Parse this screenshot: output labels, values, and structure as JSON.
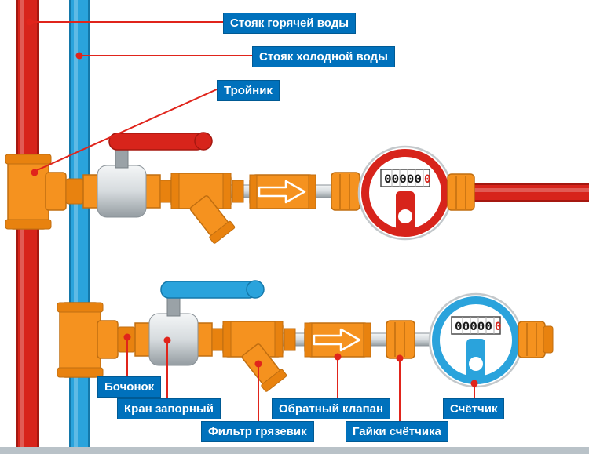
{
  "colors": {
    "hot": "#d7241b",
    "hot_dark": "#a51810",
    "cold": "#2aa3dc",
    "cold_dark": "#1478aa",
    "fitting": "#f5921f",
    "fitting_dark": "#c06e10",
    "label_bg": "#0071bc",
    "leader": "#e0241b"
  },
  "labels": {
    "hot_riser": "Стояк горячей воды",
    "cold_riser": "Стояк холодной воды",
    "tee": "Тройник",
    "nipple": "Бочонок",
    "shutoff_valve": "Кран запорный",
    "strainer": "Фильтр грязевик",
    "check_valve": "Обратный клапан",
    "meter_nuts": "Гайки счётчика",
    "meter": "Счётчик"
  },
  "meters": {
    "hot": {
      "digits_black": "00000",
      "digits_red": "0"
    },
    "cold": {
      "digits_black": "00000",
      "digits_red": "0"
    }
  }
}
